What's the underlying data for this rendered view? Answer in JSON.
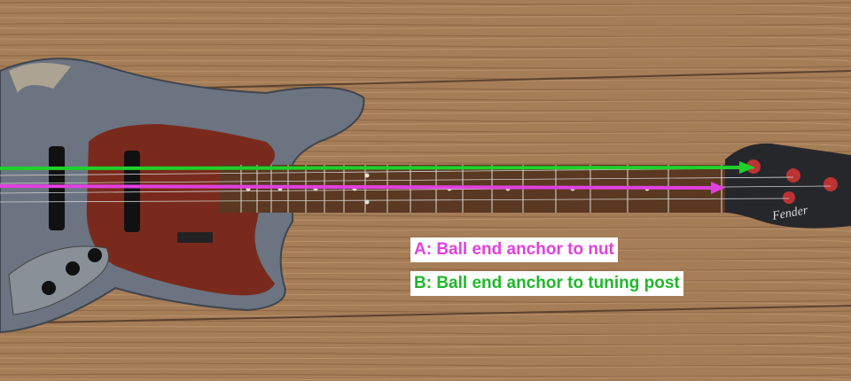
{
  "annotations": {
    "a": {
      "text": "A: Ball end anchor to nut",
      "color": "#e040e0"
    },
    "b": {
      "text": "B: Ball end anchor to tuning post",
      "color": "#1fb82a"
    }
  },
  "headstock_logo": "Fender",
  "colors": {
    "wood": "#a07a55",
    "body": "#6b7480",
    "pickguard": "#7a2a1c",
    "fretboard": "#5a3822",
    "headstock": "#26272b"
  }
}
